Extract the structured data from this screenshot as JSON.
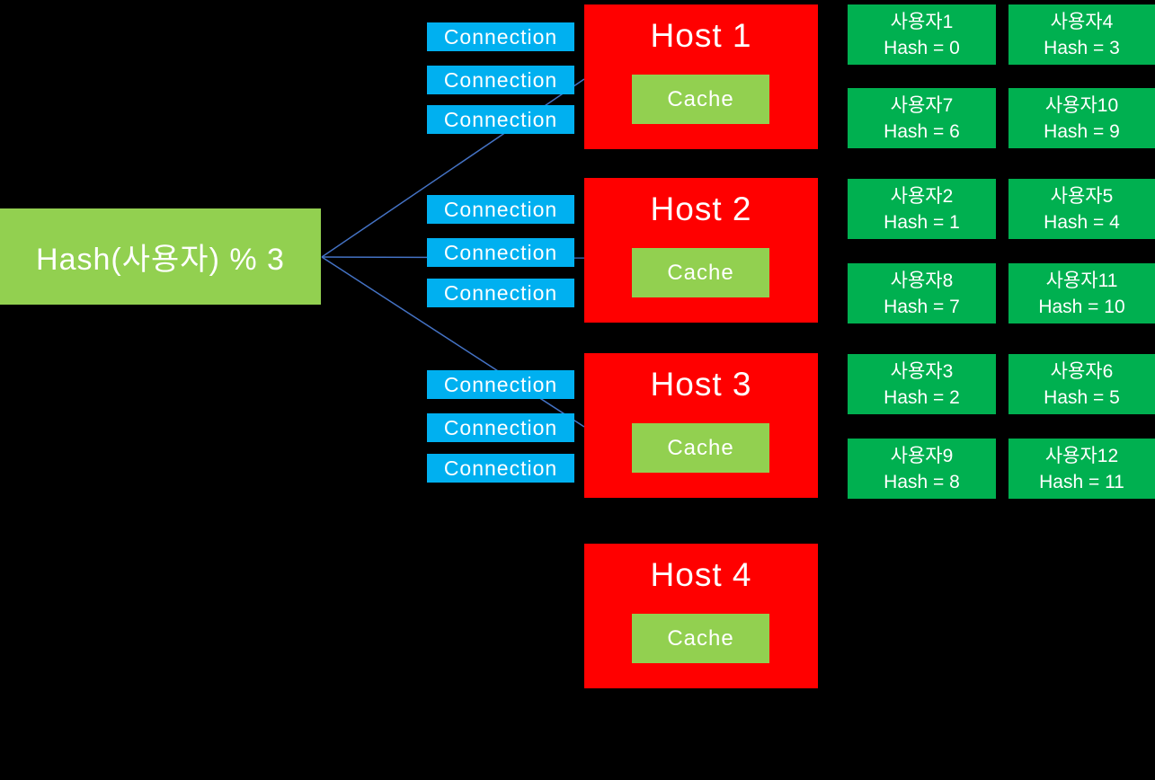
{
  "colors": {
    "background": "#000000",
    "text": "#FFFFFF",
    "hash_box": "#92D050",
    "connection": "#00B0F0",
    "host": "#FF0000",
    "cache": "#92D050",
    "user_box": "#00B050",
    "line": "#4472C4"
  },
  "hash_box": {
    "label": "Hash(사용자) % 3"
  },
  "labels": {
    "connection": "Connection",
    "cache": "Cache"
  },
  "hosts": [
    {
      "name": "Host 1",
      "users": [
        {
          "name": "사용자1",
          "hash": "Hash = 0"
        },
        {
          "name": "사용자4",
          "hash": "Hash = 3"
        },
        {
          "name": "사용자7",
          "hash": "Hash = 6"
        },
        {
          "name": "사용자10",
          "hash": "Hash = 9"
        }
      ]
    },
    {
      "name": "Host 2",
      "users": [
        {
          "name": "사용자2",
          "hash": "Hash = 1"
        },
        {
          "name": "사용자5",
          "hash": "Hash = 4"
        },
        {
          "name": "사용자8",
          "hash": "Hash = 7"
        },
        {
          "name": "사용자11",
          "hash": "Hash = 10"
        }
      ]
    },
    {
      "name": "Host 3",
      "users": [
        {
          "name": "사용자3",
          "hash": "Hash = 2"
        },
        {
          "name": "사용자6",
          "hash": "Hash = 5"
        },
        {
          "name": "사용자9",
          "hash": "Hash = 8"
        },
        {
          "name": "사용자12",
          "hash": "Hash = 11"
        }
      ]
    },
    {
      "name": "Host 4",
      "users": []
    }
  ]
}
